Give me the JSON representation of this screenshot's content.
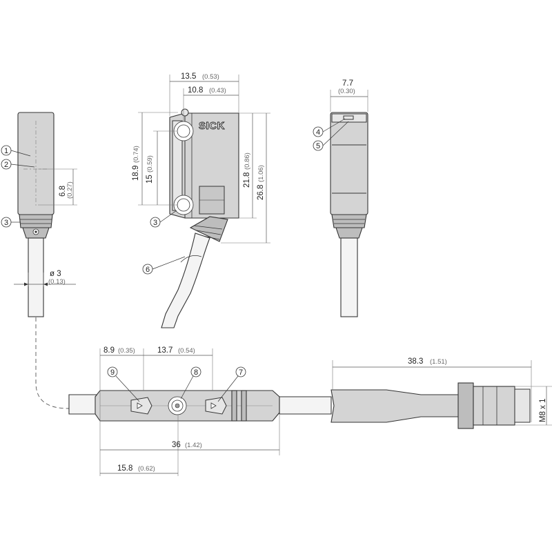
{
  "brand": "SICK",
  "dimensions": {
    "width_13_5": {
      "mm": "13.5",
      "inch": "(0.53)"
    },
    "width_10_8": {
      "mm": "10.8",
      "inch": "(0.43)"
    },
    "width_7_7": {
      "mm": "7.7",
      "inch": "(0.30)"
    },
    "height_18_9": {
      "mm": "18.9",
      "inch": "(0.74)"
    },
    "height_15": {
      "mm": "15",
      "inch": "(0.59)"
    },
    "height_21_8": {
      "mm": "21.8",
      "inch": "(0.86)"
    },
    "height_26_8": {
      "mm": "26.8",
      "inch": "(1.06)"
    },
    "height_6_8": {
      "mm": "6.8",
      "inch": "(0.27)"
    },
    "dia_3": {
      "mm": "ø 3",
      "inch": "(0.13)"
    },
    "len_8_9": {
      "mm": "8.9",
      "inch": "(0.35)"
    },
    "len_13_7": {
      "mm": "13.7",
      "inch": "(0.54)"
    },
    "len_36": {
      "mm": "36",
      "inch": "(1.42)"
    },
    "len_15_8": {
      "mm": "15.8",
      "inch": "(0.62)"
    },
    "len_38_3": {
      "mm": "38.3",
      "inch": "(1.51)"
    },
    "thread": "M8 x 1"
  },
  "callouts": [
    "1",
    "2",
    "3",
    "4",
    "5",
    "6",
    "7",
    "8",
    "9"
  ]
}
